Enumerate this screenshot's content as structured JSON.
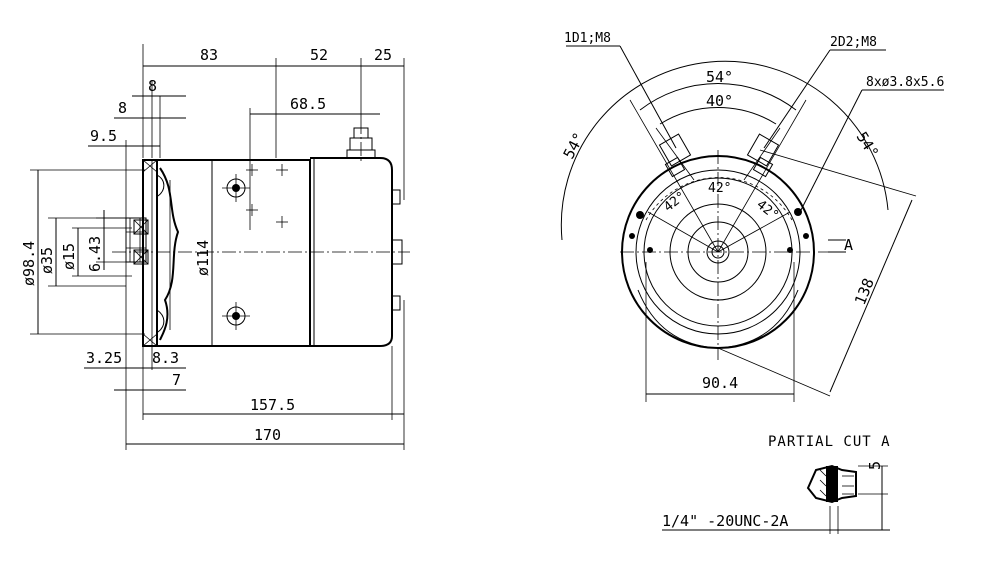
{
  "side_view": {
    "dimensions": {
      "top_83": "83",
      "top_52": "52",
      "top_25": "25",
      "top_8a": "8",
      "top_8b": "8",
      "top_68_5": "68.5",
      "top_9_5": "9.5",
      "dia_98_4": "ø98.4",
      "dia_35": "ø35",
      "dia_15": "ø15",
      "dim_6_43": "6.43",
      "dia_114": "ø114",
      "bottom_3_25": "3.25",
      "bottom_8_3": "8.3",
      "bottom_7": "7",
      "bottom_157_5": "157.5",
      "bottom_170": "170"
    }
  },
  "end_view": {
    "terminal_1": "1D1;M8",
    "terminal_2": "2D2;M8",
    "screws": "8xø3.8x5.6",
    "angle_54_top": "54°",
    "angle_40": "40°",
    "angle_54_left": "54°",
    "angle_54_right": "54°",
    "angle_42_left": "42°",
    "angle_42_mid": "42°",
    "angle_42_right": "42°",
    "label_a": "A",
    "dim_138": "138",
    "dim_90_4": "90.4"
  },
  "partial_cut": {
    "title": "PARTIAL CUT A",
    "thread": "1/4\" -20UNC-2A",
    "dim_5": "5"
  }
}
